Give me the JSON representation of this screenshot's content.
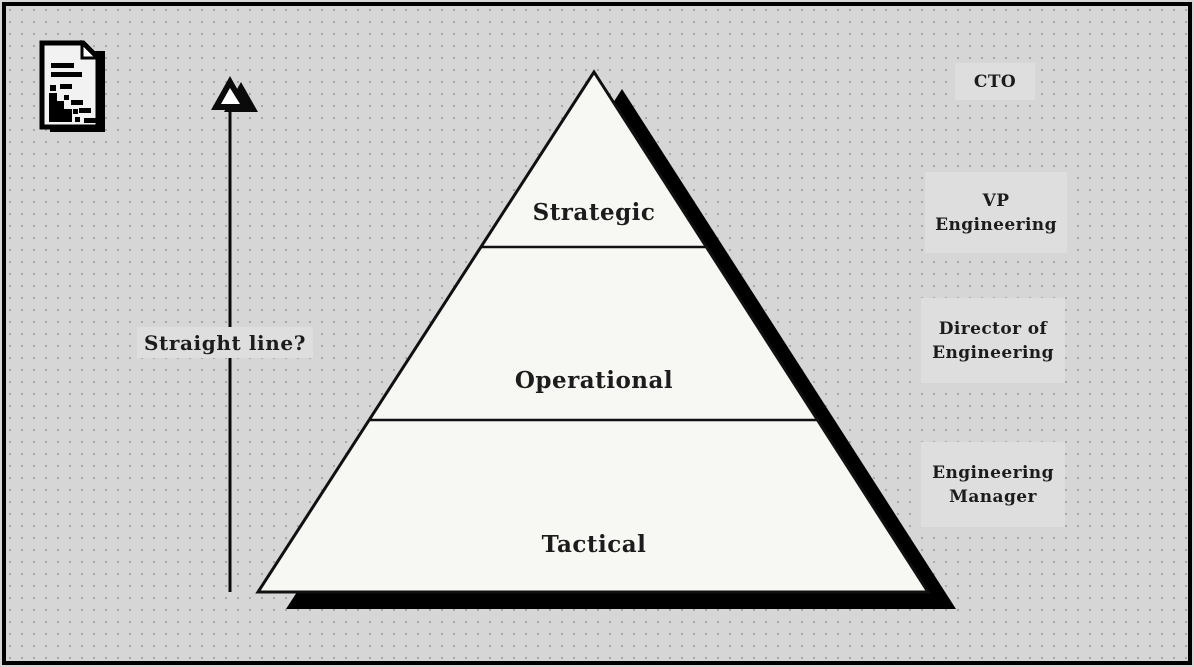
{
  "slide": {
    "background_color": "#d6d6d6",
    "dot_color": "#a7a7a7",
    "frame_color": "#000000",
    "label_chip_color": "#dedede",
    "text_color": "#1c1c1c"
  },
  "document_icon": {
    "name": "pixel-document-icon"
  },
  "arrow": {
    "label": "Straight line?",
    "direction": "up"
  },
  "pyramid": {
    "fill_color": "#f7f7f4",
    "shadow_color": "#000000",
    "levels": [
      {
        "label": "Strategic"
      },
      {
        "label": "Operational"
      },
      {
        "label": "Tactical"
      }
    ]
  },
  "roles": [
    {
      "label": "CTO"
    },
    {
      "label": "VP\nEngineering"
    },
    {
      "label": "Director of\nEngineering"
    },
    {
      "label": "Engineering\nManager"
    }
  ]
}
